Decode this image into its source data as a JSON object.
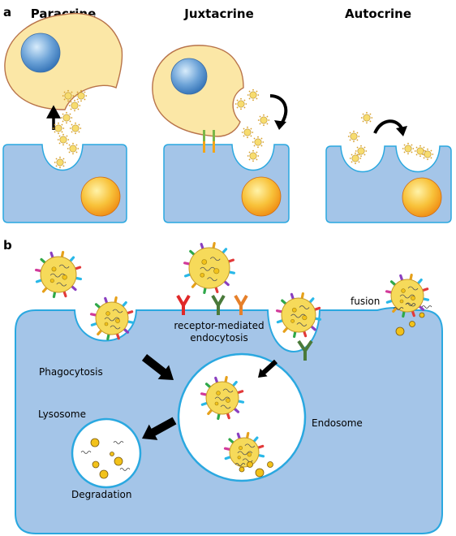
{
  "panel_a": {
    "letter": "a",
    "titles": {
      "paracrine": "Paracrine",
      "juxtacrine": "Juxtacrine",
      "autocrine": "Autocrine"
    }
  },
  "panel_b": {
    "letter": "b",
    "labels": {
      "receptor_line1": "receptor-mediated",
      "receptor_line2": "endocytosis",
      "fusion": "fusion",
      "phagocytosis": "Phagocytosis",
      "lysosome": "Lysosome",
      "endosome": "Endosome",
      "degradation": "Degradation"
    }
  },
  "colors": {
    "cell_blue": "#a4c5e8",
    "cell_outline": "#2aa8e0",
    "secreting_cell": "#fbe7a6",
    "secreting_outline": "#b8734a",
    "nucleus_orange": "#f6a21a",
    "nucleus_blue": "#4a86c8",
    "vesicle_yellow": "#f4cf3d"
  }
}
